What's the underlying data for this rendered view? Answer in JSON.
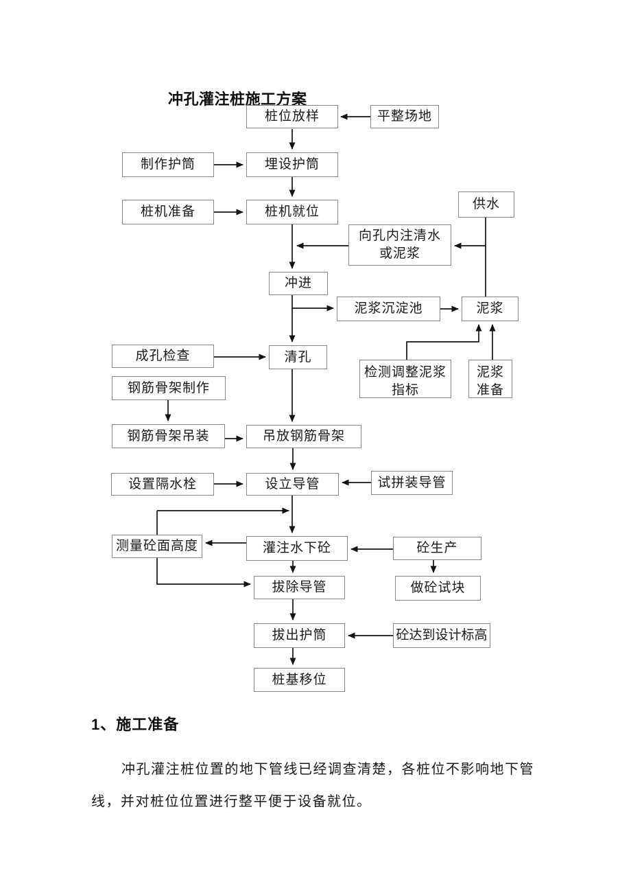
{
  "page": {
    "title": "冲孔灌注桩施工方案"
  },
  "flowchart": {
    "nodes": {
      "pile_position_layout": "桩位放样",
      "level_site": "平整场地",
      "make_casing": "制作护筒",
      "bury_casing": "埋设护筒",
      "pile_rig_prepare": "桩机准备",
      "pile_rig_in_place": "桩机就位",
      "water_supply": "供水",
      "inject_water_or_slurry": "向孔内注清水\n或泥浆",
      "punch_in": "冲进",
      "slurry_sedimentation_pool": "泥浆沉淀池",
      "slurry": "泥浆",
      "hole_inspection": "成孔检查",
      "clean_hole": "清孔",
      "test_adjust_slurry_index": "检测调整泥浆\n指标",
      "slurry_prepare": "泥浆\n准备",
      "rebar_cage_fabrication": "钢筋骨架制作",
      "rebar_cage_hoisting": "钢筋骨架吊装",
      "lower_rebar_cage": "吊放钢筋骨架",
      "install_water_stop_plug": "设置隔水栓",
      "set_up_conduit": "设立导管",
      "trial_assemble_conduit": "试拼装导管",
      "measure_concrete_surface_level": "测量砼面高度",
      "pour_underwater_concrete": "灌注水下砼",
      "concrete_production": "砼生产",
      "remove_conduit": "拔除导管",
      "make_concrete_test_block": "做砼试块",
      "pull_out_casing": "拔出护筒",
      "concrete_reaches_design_level": "砼达到设计标高",
      "pile_base_relocation": "桩基移位"
    }
  },
  "section": {
    "heading": "1、施工准备",
    "paragraph_lines": [
      "冲孔灌注桩位置的地下管线已经调查清楚，各桩位不影响地下管",
      "线，并对桩位位置进行整平便于设备就位。"
    ]
  }
}
